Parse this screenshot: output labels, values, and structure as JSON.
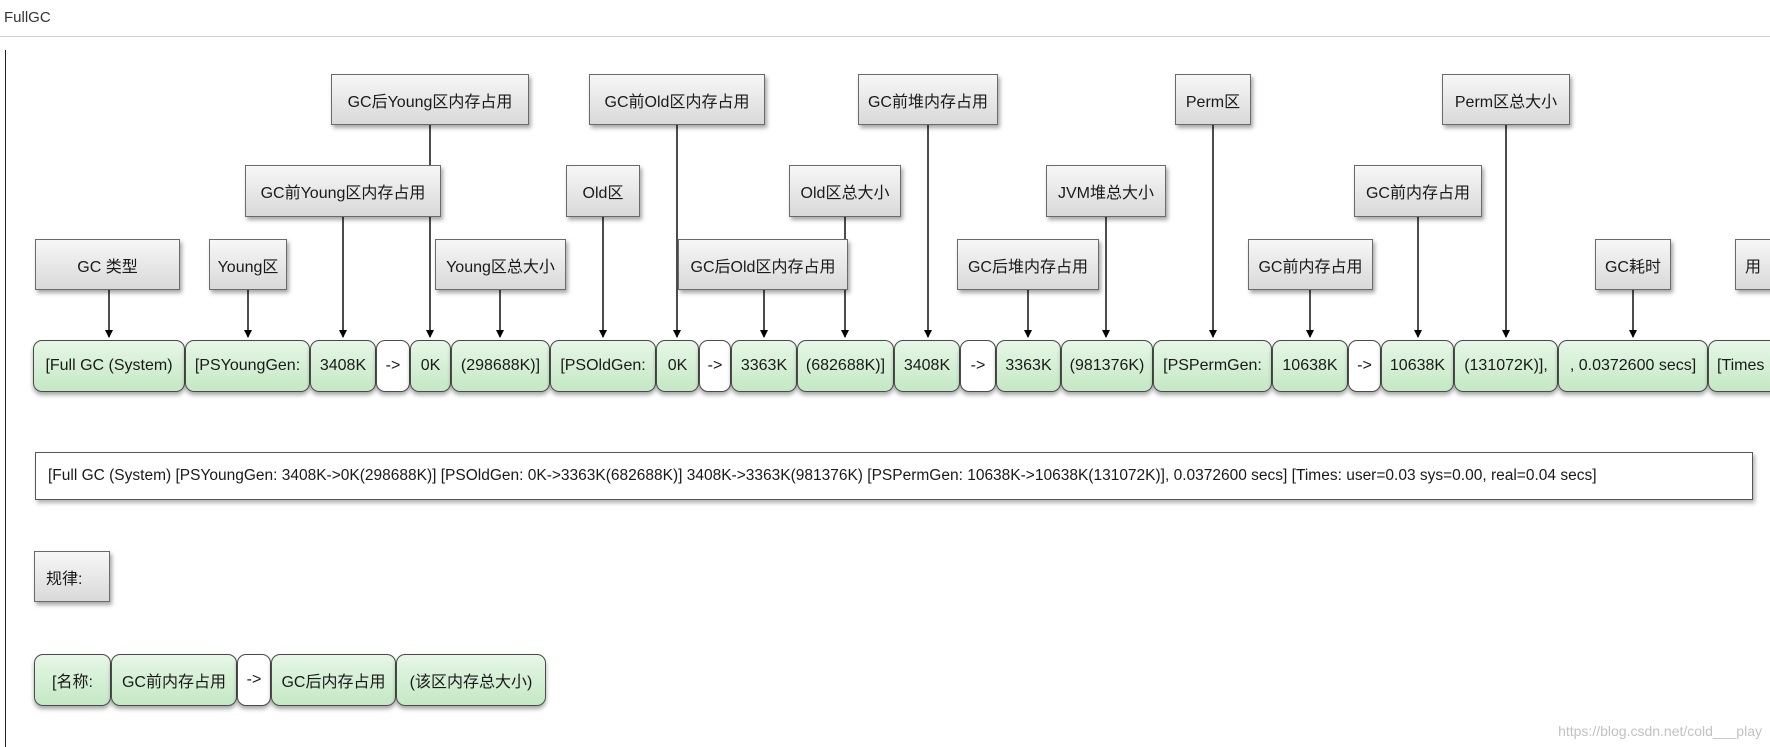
{
  "window": {
    "title": "FullGC"
  },
  "labels": [
    {
      "id": "gc-type",
      "text": "GC 类型"
    },
    {
      "id": "young",
      "text": "Young区"
    },
    {
      "id": "young-before",
      "text": "GC前Young区内存占用"
    },
    {
      "id": "young-after",
      "text": "GC后Young区内存占用"
    },
    {
      "id": "young-total",
      "text": "Young区总大小"
    },
    {
      "id": "old",
      "text": "Old区"
    },
    {
      "id": "old-before",
      "text": "GC前Old区内存占用"
    },
    {
      "id": "old-after",
      "text": "GC后Old区内存占用"
    },
    {
      "id": "old-total",
      "text": "Old区总大小"
    },
    {
      "id": "heap-before",
      "text": "GC前堆内存占用"
    },
    {
      "id": "heap-after",
      "text": "GC后堆内存占用"
    },
    {
      "id": "jvm-heap-total",
      "text": "JVM堆总大小"
    },
    {
      "id": "perm",
      "text": "Perm区"
    },
    {
      "id": "mem-before",
      "text": "GC前内存占用"
    },
    {
      "id": "mem-after",
      "text": "GC后内存占用"
    },
    {
      "id": "perm-total",
      "text": "Perm区总大小"
    },
    {
      "id": "gc-time",
      "text": "GC耗时"
    },
    {
      "id": "user-time-cut",
      "text": "用"
    }
  ],
  "segments": [
    "[Full GC (System)",
    "[PSYoungGen:",
    "3408K",
    "->",
    "0K",
    "(298688K)]",
    "[PSOldGen:",
    "0K",
    "->",
    "3363K",
    "(682688K)]",
    "3408K",
    "->",
    "3363K",
    "(981376K)",
    "[PSPermGen:",
    "10638K",
    "->",
    "10638K",
    "(131072K)],",
    ", 0.0372600 secs]",
    "[Times"
  ],
  "full_log": "[Full GC (System) [PSYoungGen: 3408K->0K(298688K)] [PSOldGen: 0K->3363K(682688K)] 3408K->3363K(981376K) [PSPermGen: 10638K->10638K(131072K)], 0.0372600 secs] [Times: user=0.03 sys=0.00, real=0.04 secs]",
  "rule": {
    "label": "规律:",
    "segments": [
      "[名称:",
      "GC前内存占用",
      "->",
      "GC后内存占用",
      "(该区内存总大小)"
    ]
  },
  "watermark": "https://blog.csdn.net/cold___play"
}
